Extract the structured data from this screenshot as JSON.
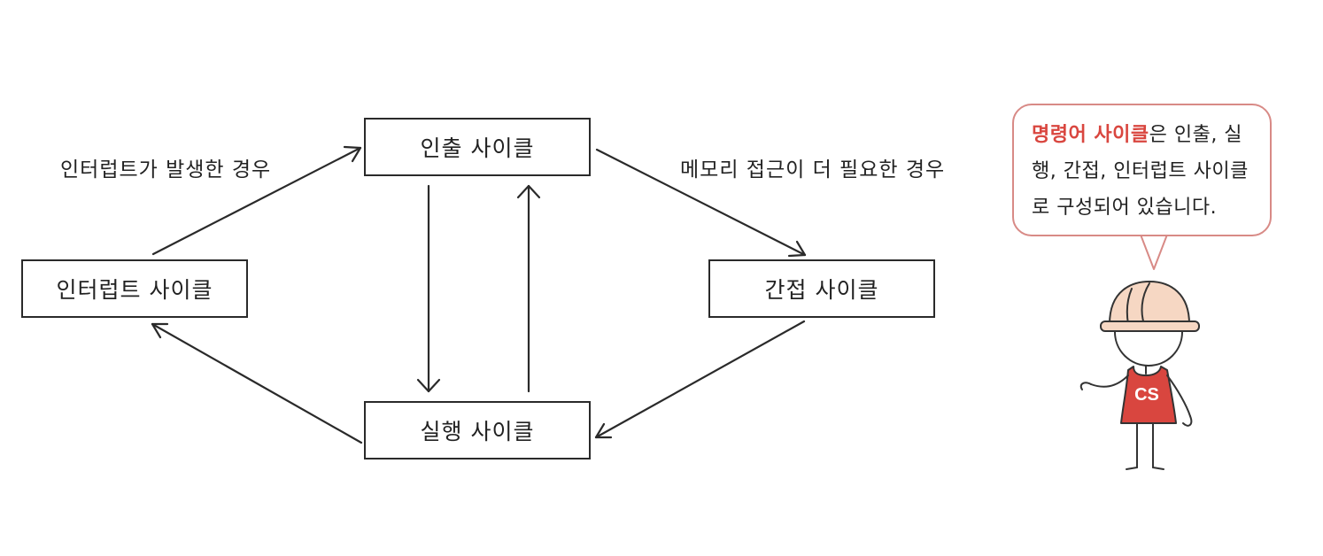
{
  "diagram": {
    "nodes": {
      "fetch": "인출 사이클",
      "interrupt": "인터럽트 사이클",
      "indirect": "간접 사이클",
      "execute": "실행 사이클"
    },
    "edges": {
      "interrupt_to_fetch": "인터럽트가 발생한 경우",
      "fetch_to_indirect": "메모리 접근이 더 필요한 경우"
    }
  },
  "speech": {
    "highlight": "명령어 사이클",
    "rest": "은 인출, 실행, 간접, 인터럽트 사이클로 구성되어 있습니다."
  },
  "character": {
    "shirt_text": "CS",
    "helmet_color": "#f6d7c3",
    "shirt_color": "#d9463f"
  }
}
